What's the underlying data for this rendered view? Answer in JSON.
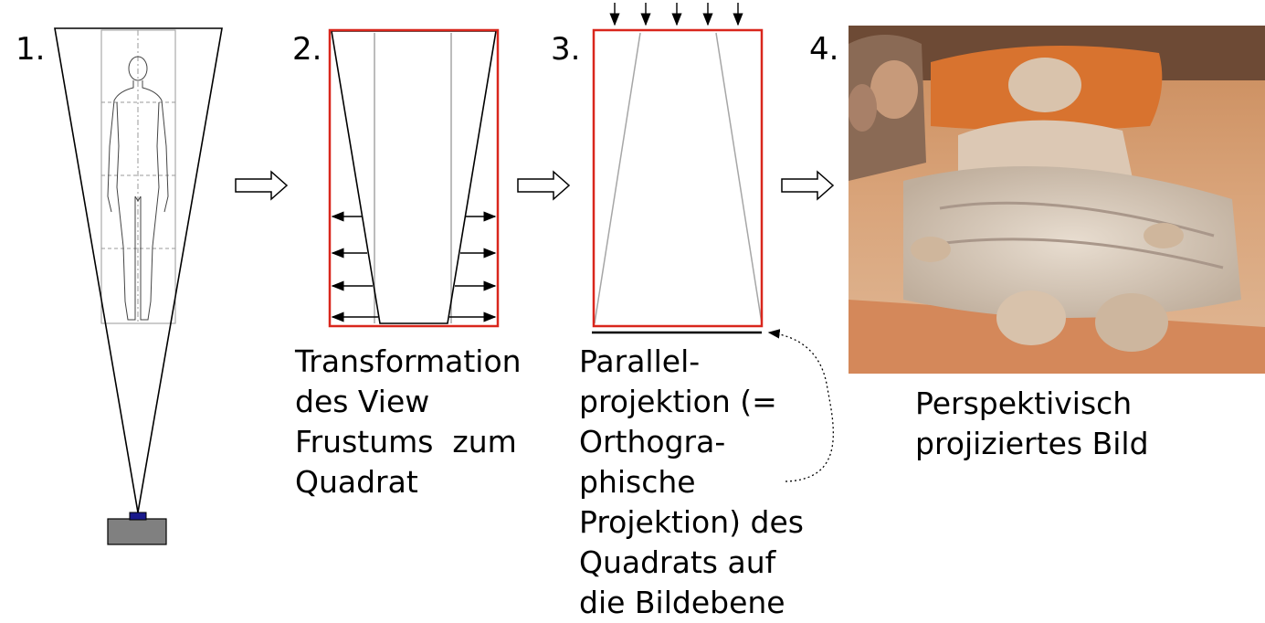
{
  "steps": [
    {
      "number": "1."
    },
    {
      "number": "2.",
      "caption": "Transformation\ndes View\nFrustums  zum\nQuadrat"
    },
    {
      "number": "3.",
      "caption": "Parallel-\nprojektion (=\nOrthogra-\nphische\nProjektion) des\nQuadrats auf\ndie Bildebene"
    },
    {
      "number": "4.",
      "caption": "Perspektivisch\nprojiziertes Bild"
    }
  ],
  "colors": {
    "box_outline": "#d9261c",
    "camera_body": "#808080",
    "camera_lens": "#1a1a8c",
    "guide_lines": "#a6a6a6"
  }
}
